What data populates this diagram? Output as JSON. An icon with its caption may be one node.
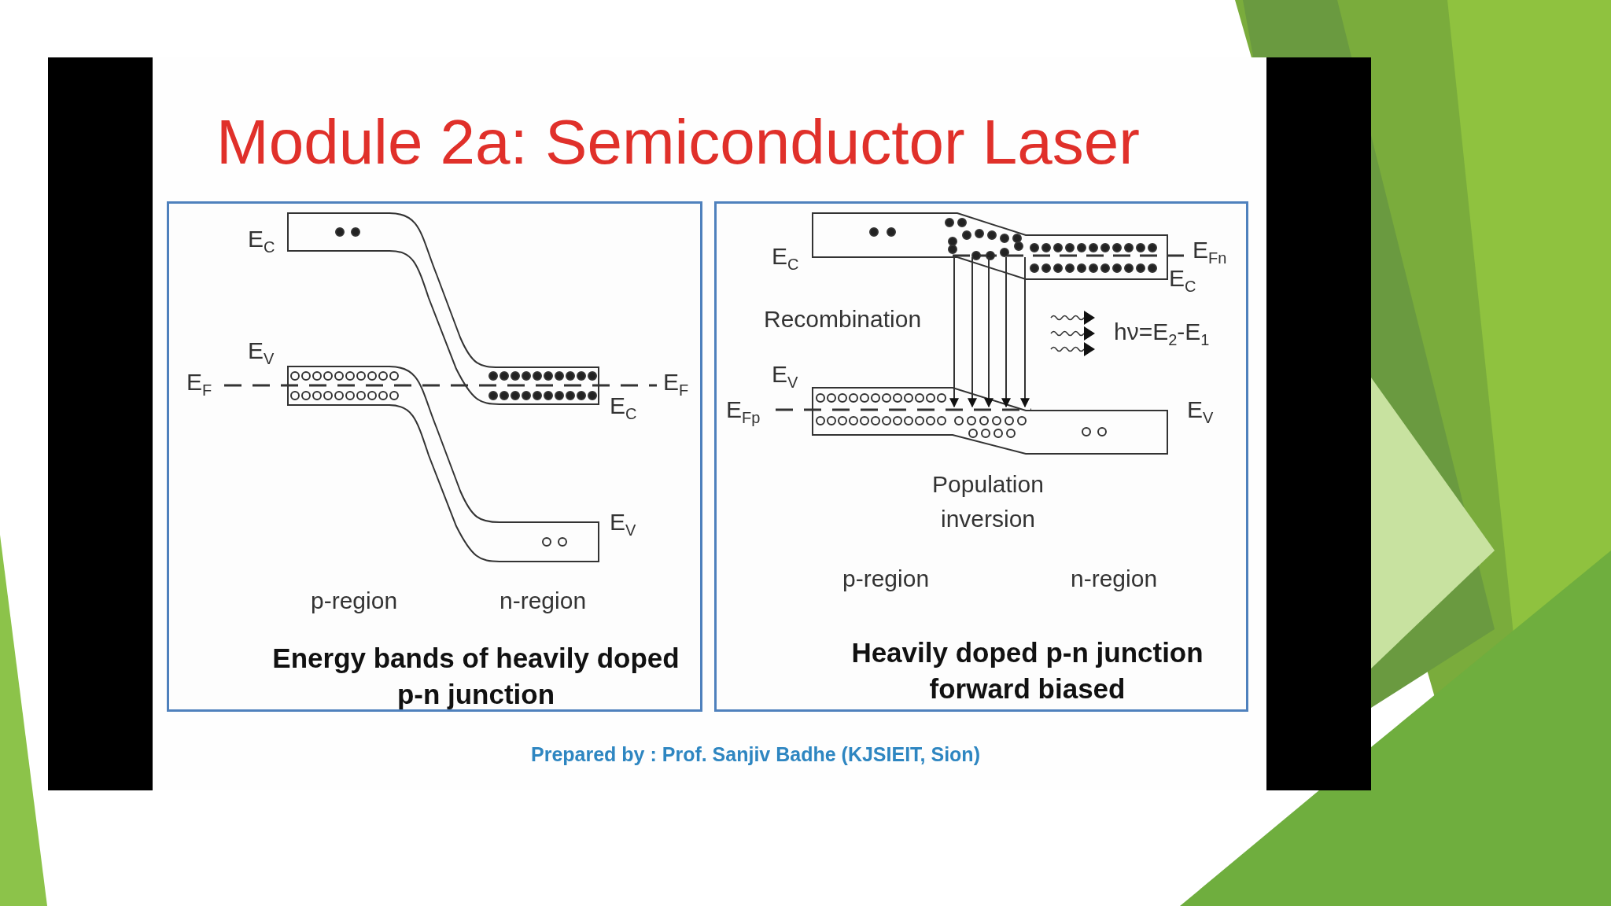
{
  "diagram": {
    "title": "Module 2a: Semiconductor Laser",
    "caption": "Prepared by : Prof. Sanjiv Badhe (KJSIEIT, Sion)",
    "nodes": [
      {
        "text": [
          "Energy bands of heavily doped p-n junction"
        ]
      },
      {
        "text": [
          "Heavily doped p-n junction forward biased"
        ]
      }
    ],
    "labels": [
      "E$_{C}$",
      "E$_{V}$",
      "E$_{F}$",
      "E$_{F}$",
      "E$_{C}$",
      "E$_{V}$",
      "p-region",
      "n-region",
      "E$_{C}$",
      "E$_{Fn}$",
      "E$_{C}$",
      "Recombination",
      "hν=E$_{2}$-E$_{1}$",
      "E$_{V}$",
      "E$_{Fp}$",
      "E$_{V}$",
      "Population inversion",
      "p-region",
      "n-region"
    ]
  }
}
